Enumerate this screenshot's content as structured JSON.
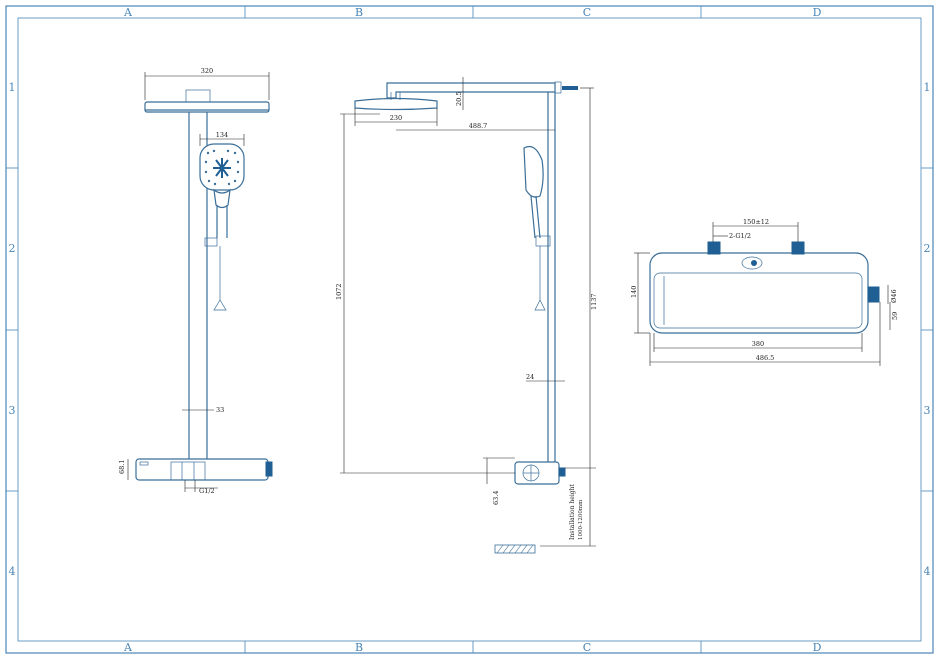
{
  "zones": {
    "columns": [
      "A",
      "B",
      "C",
      "D"
    ],
    "rows": [
      "1",
      "2",
      "3",
      "4"
    ]
  },
  "dimensions": {
    "front_head_width": "320",
    "front_handshower_width": "134",
    "front_rail_offset": "33",
    "front_body_height": "68.1",
    "front_inlet": "G1/2",
    "side_head_thickness": "20.5",
    "side_head_diameter": "230",
    "side_arm_reach": "488.7",
    "side_overall_height": "1072",
    "side_total_height": "1137",
    "side_rail_width": "24",
    "side_body_depth": "63.4",
    "install_label": "Installation height",
    "install_range": "1000-1200mm",
    "top_inlet_spacing": "150±12",
    "top_inlet_thread": "2-G1/2",
    "top_depth": "140",
    "top_knob_diameter": "Ø46",
    "top_knob_depth": "59",
    "top_shelf_width": "380",
    "top_overall_width": "486.5"
  },
  "colors": {
    "frame": "#4a86b6",
    "line": "#3b6f99",
    "accent": "#1f5f93"
  }
}
